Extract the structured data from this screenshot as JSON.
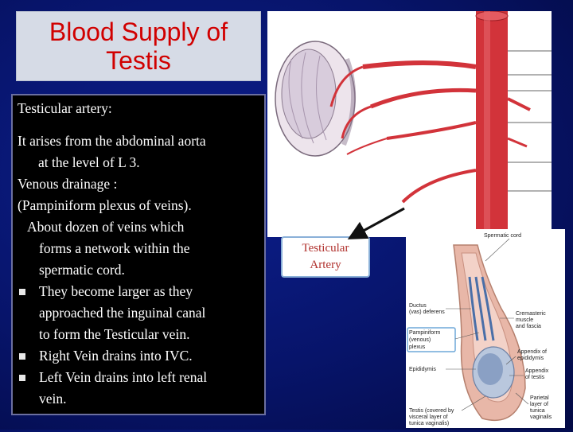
{
  "title": {
    "line1": "Blood  Supply of",
    "line2": "Testis"
  },
  "content": {
    "heading": "Testicular artery:",
    "origin": "It arises from the abdominal aorta",
    "origin_cont": "at the level of L 3.",
    "venous_heading": "Venous drainage :",
    "plexus": "(Pampiniform plexus  of veins).",
    "about": "About dozen of veins which",
    "about_cont1": "forms a network  within the",
    "about_cont2": "spermatic cord.",
    "bullets": [
      {
        "line1": "They become larger as they",
        "line2": "approached the inguinal canal",
        "line3": "to form the Testicular vein."
      },
      {
        "line1": "Right Vein drains into IVC."
      },
      {
        "line1": "Left Vein drains into left  renal",
        "line2": "vein."
      }
    ]
  },
  "figure_label": {
    "line1": "Testicular",
    "line2": "Artery"
  },
  "spermatic_figure": {
    "spermatic_cord": "Spermatic cord",
    "ductus_1": "Ductus",
    "ductus_2": "(vas) deferens",
    "pampiniform_1": "Pampiniform",
    "pampiniform_2": "(venous)",
    "pampiniform_3": "plexus",
    "epididymis": "Epididymis",
    "testis_1": "Testis (covered by",
    "testis_2": "visceral layer of",
    "testis_3": "tunica vaginalis)",
    "cremasteric_1": "Cremasteric",
    "cremasteric_2": "muscle",
    "cremasteric_3": "and fascia",
    "app_epid_1": "Appendix of",
    "app_epid_2": "epididymis",
    "app_testis_1": "Appendix",
    "app_testis_2": "of testis",
    "parietal_1": "Parietal",
    "parietal_2": "layer of",
    "parietal_3": "tunica",
    "parietal_4": "vaginalis"
  },
  "colors": {
    "title_red": "#d10000",
    "artery_red": "#d2333a",
    "label_red": "#b0302c",
    "background": "#07146a"
  }
}
